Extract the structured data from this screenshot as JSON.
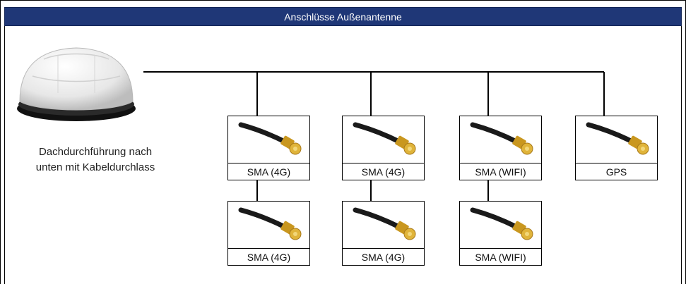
{
  "header": {
    "title": "Anschlüsse Außenantenne"
  },
  "antenna": {
    "caption_line1": "Dachdurchführung nach",
    "caption_line2": "unten mit Kabeldurchlass"
  },
  "connectors": {
    "row1": [
      {
        "label": "SMA (4G)"
      },
      {
        "label": "SMA (4G)"
      },
      {
        "label": "SMA (WIFI)"
      },
      {
        "label": "GPS"
      }
    ],
    "row2": [
      {
        "label": "SMA (4G)"
      },
      {
        "label": "SMA (4G)"
      },
      {
        "label": "SMA (WIFI)"
      }
    ]
  },
  "colors": {
    "header_bg": "#1f3777",
    "header_text": "#ffffff",
    "connector_gold": "#d4a52a",
    "cable": "#1a1a1a"
  }
}
